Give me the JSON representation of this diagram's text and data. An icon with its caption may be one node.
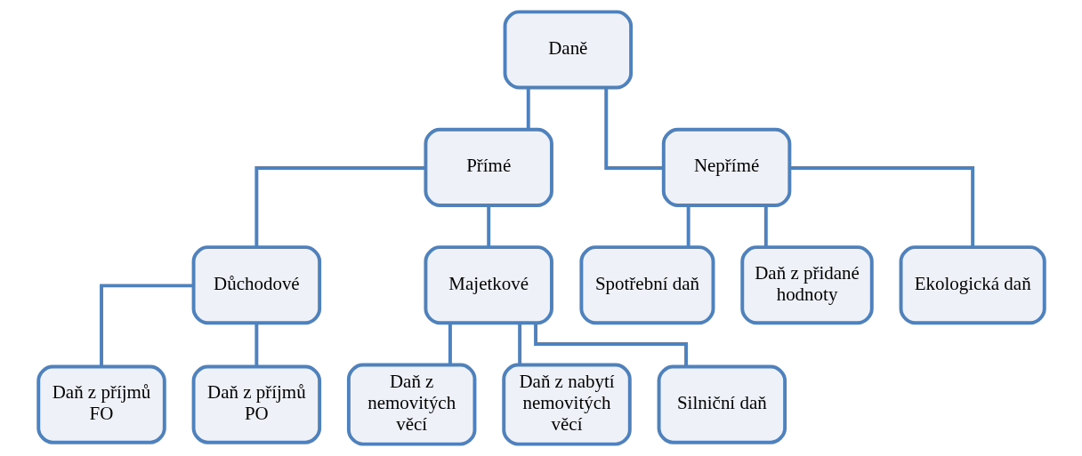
{
  "diagram": {
    "nodes": [
      {
        "text": [
          "Daně"
        ]
      },
      {
        "text": [
          "Přímé"
        ]
      },
      {
        "text": [
          "Nepřímé"
        ]
      },
      {
        "text": [
          "Důchodové"
        ]
      },
      {
        "text": [
          "Majetkové"
        ]
      },
      {
        "text": [
          "Spotřební daň"
        ]
      },
      {
        "text": [
          "Daň z přidané hodnoty"
        ]
      },
      {
        "text": [
          "Ekologická daň"
        ]
      },
      {
        "text": [
          "Daň z příjmů FO"
        ]
      },
      {
        "text": [
          "Daň z příjmů PO"
        ]
      },
      {
        "text": [
          "Daň z nemovitých věcí"
        ]
      },
      {
        "text": [
          "Daň z nabytí nemovitých věcí"
        ]
      },
      {
        "text": [
          "Silniční daň"
        ]
      }
    ],
    "edges": [
      {
        "from": 0,
        "to": 1,
        "arrow": "none"
      },
      {
        "from": 0,
        "to": 2,
        "arrow": "none"
      },
      {
        "from": 1,
        "to": 3,
        "arrow": "none"
      },
      {
        "from": 1,
        "to": 4,
        "arrow": "none"
      },
      {
        "from": 2,
        "to": 5,
        "arrow": "none"
      },
      {
        "from": 2,
        "to": 6,
        "arrow": "none"
      },
      {
        "from": 2,
        "to": 7,
        "arrow": "none"
      },
      {
        "from": 3,
        "to": 8,
        "arrow": "none"
      },
      {
        "from": 3,
        "to": 9,
        "arrow": "none"
      },
      {
        "from": 4,
        "to": 10,
        "arrow": "none"
      },
      {
        "from": 4,
        "to": 11,
        "arrow": "none"
      },
      {
        "from": 4,
        "to": 12,
        "arrow": "none"
      }
    ]
  }
}
